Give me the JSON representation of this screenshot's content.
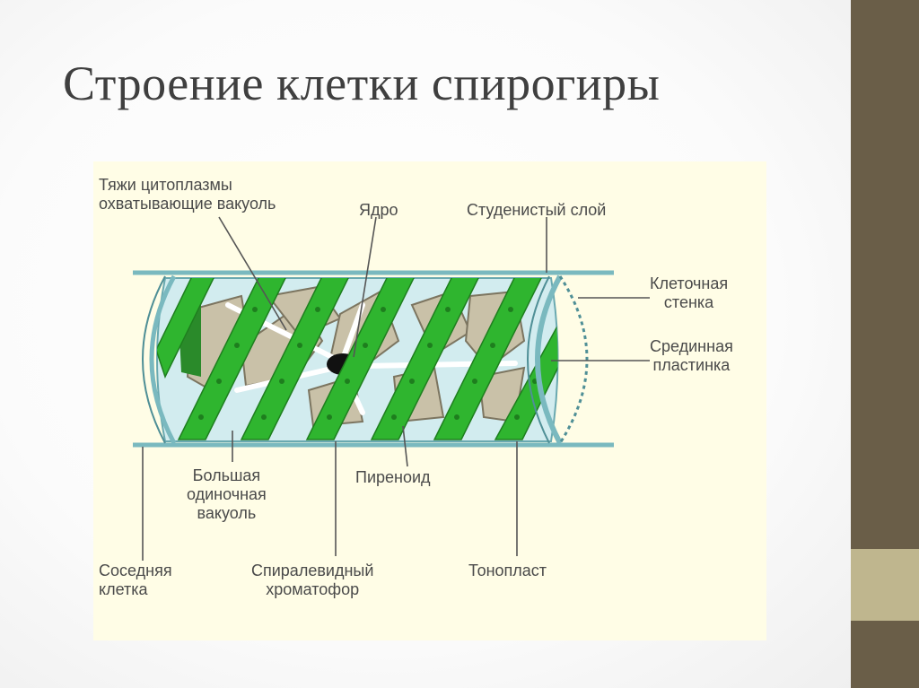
{
  "title": "Строение клетки спирогиры",
  "labels": {
    "cytoplasm_strands": "Тяжи цитоплазмы\nохватывающие вакуоль",
    "nucleus": "Ядро",
    "gelatinous_layer": "Студенистый слой",
    "cell_wall": "Клеточная\nстенка",
    "middle_lamella": "Срединная\nпластинка",
    "large_vacuole": "Большая\nодиночная\nвакуоль",
    "pyrenoid": "Пиреноид",
    "neighbor_cell": "Соседняя\nклетка",
    "spiral_chromatophore": "Спиралевидный\nхроматофор",
    "tonoplast": "Тонопласт"
  },
  "colors": {
    "chromatophore": "#2fb52f",
    "vacuole": "#c9c1a8",
    "cell_interior": "#d2ecef",
    "wall": "#7ab9bf",
    "figure_bg": "#fffde6",
    "sidebar": "#6a5e48",
    "sidebar_accent": "#bfb68e"
  }
}
